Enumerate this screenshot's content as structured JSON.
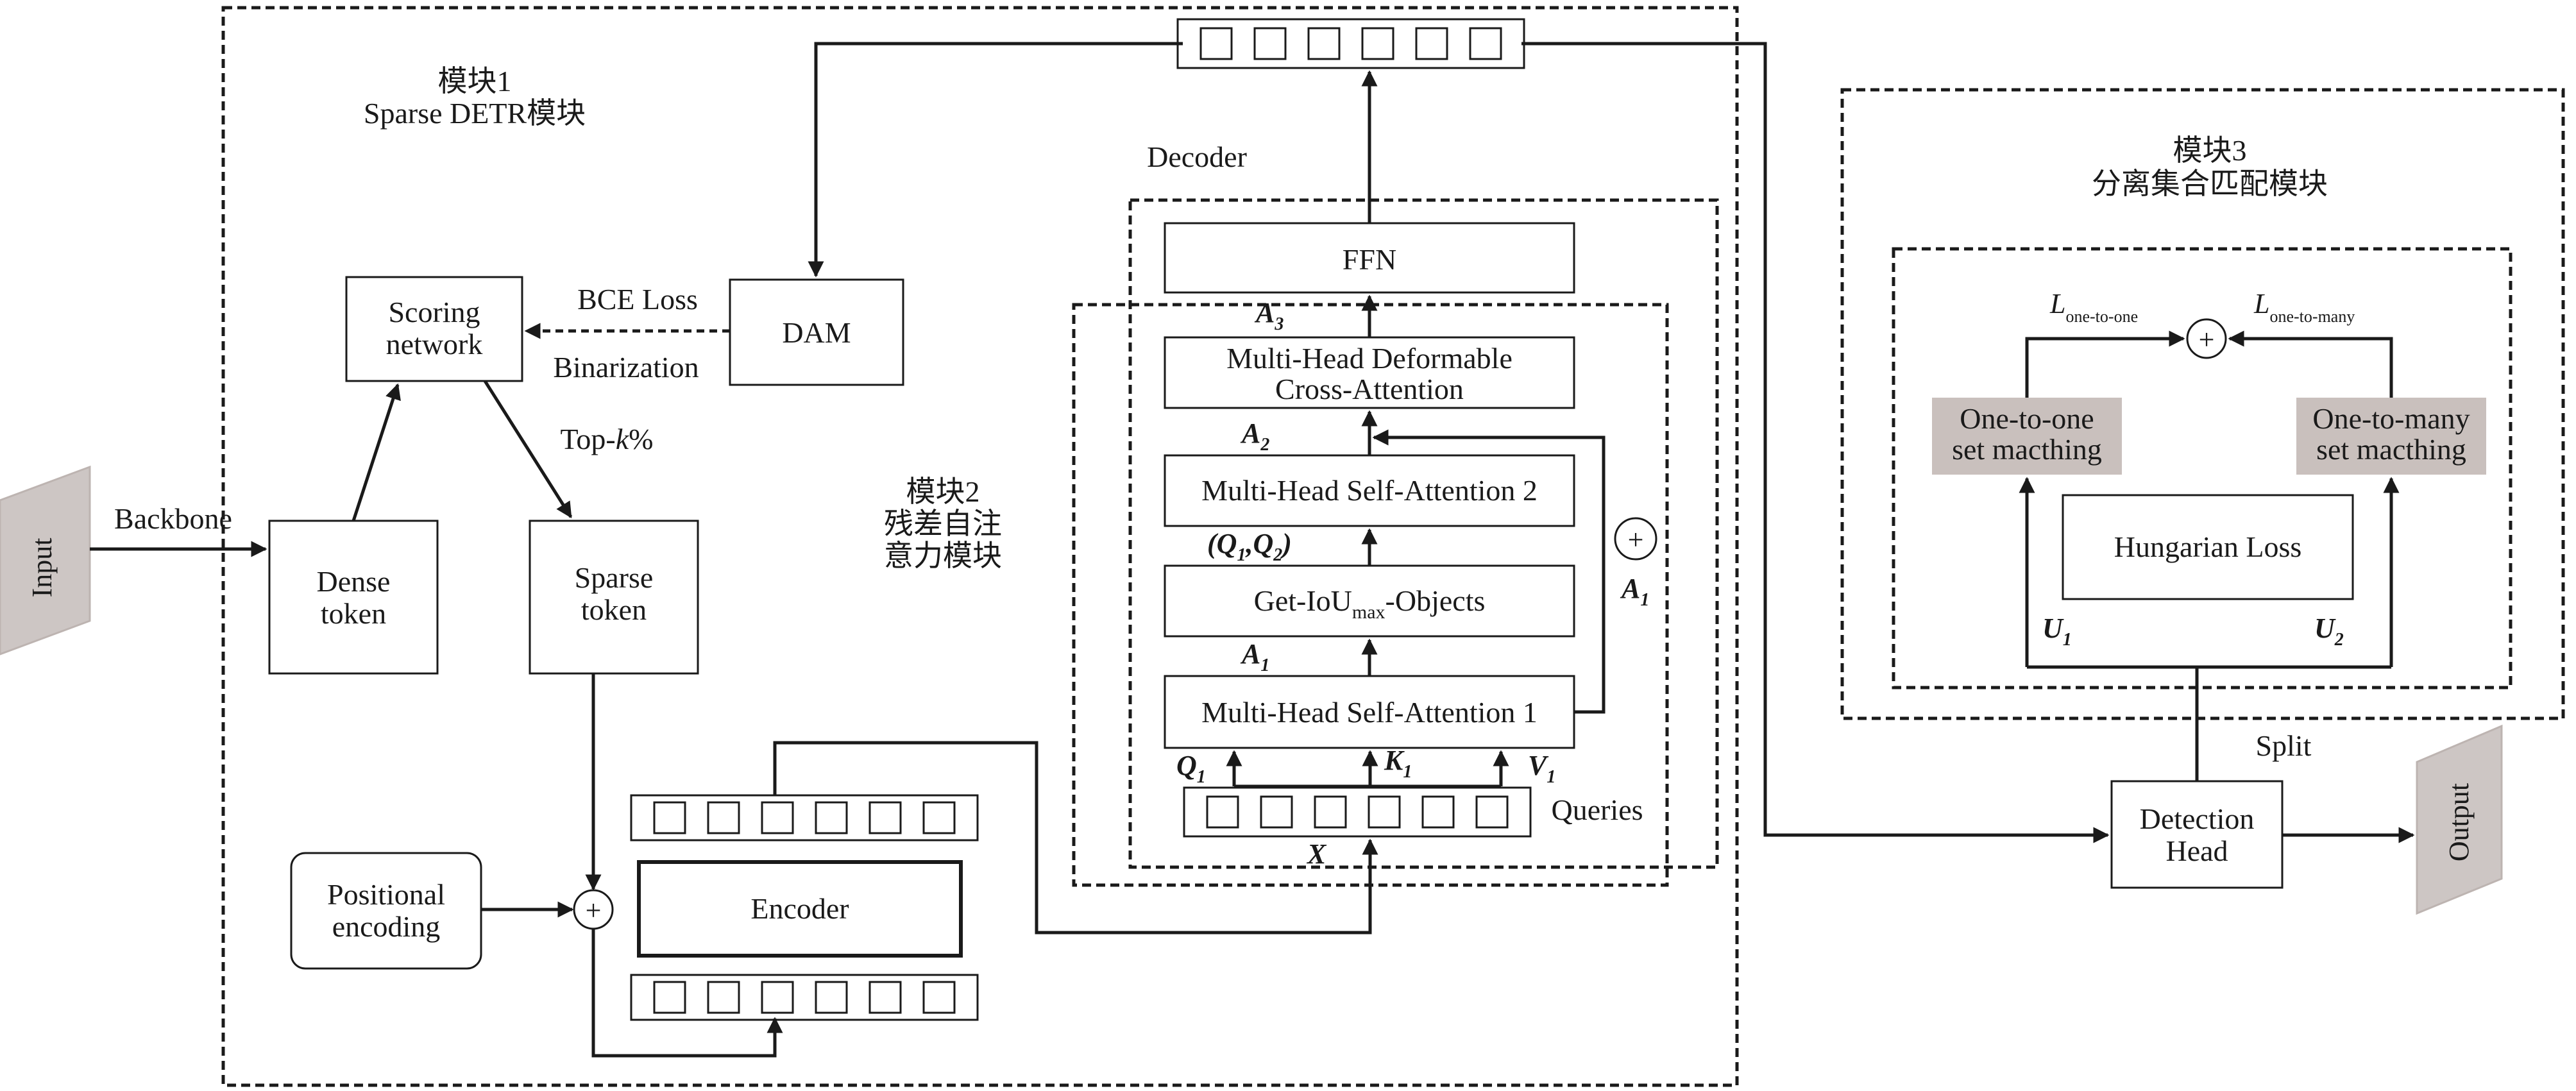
{
  "module1": {
    "title": "模块1",
    "subtitle": "Sparse DETR模块"
  },
  "module2": {
    "line1": "模块2",
    "line2": "残差自注",
    "line3": "意力模块"
  },
  "module3": {
    "title": "模块3",
    "subtitle": "分离集合匹配模块"
  },
  "input_label": "Input",
  "output_label": "Output",
  "backbone_label": "Backbone",
  "dense_token": {
    "line1": "Dense",
    "line2": "token"
  },
  "sparse_token": {
    "line1": "Sparse",
    "line2": "token"
  },
  "scoring_network": {
    "line1": "Scoring",
    "line2": "network"
  },
  "dam_label": "DAM",
  "bce_loss_label": "BCE Loss",
  "binarization_label": "Binarization",
  "topk_label": {
    "prefix": "Top-",
    "var": "k",
    "suffix": "%"
  },
  "positional_encoding": {
    "line1": "Positional",
    "line2": "encoding"
  },
  "plus_symbol": "+",
  "encoder_label": "Encoder",
  "decoder_label": "Decoder",
  "ffn_label": "FFN",
  "deform_attn": {
    "line1": "Multi-Head Deformable",
    "line2": "Cross-Attention"
  },
  "self_attn_2": "Multi-Head Self-Attention 2",
  "get_iou": {
    "prefix": "Get-IoU",
    "sub": "max",
    "suffix": "-Objects"
  },
  "self_attn_1": "Multi-Head Self-Attention 1",
  "queries_label": "Queries",
  "vars": {
    "a3": "A",
    "a3_sub": "3",
    "a2": "A",
    "a2_sub": "2",
    "q1q2": "(Q",
    "q1q2_sub1": "1",
    "q1q2_mid": ",Q",
    "q1q2_sub2": "2",
    "q1q2_end": ")",
    "a1": "A",
    "a1_sub": "1",
    "a1_right": "A",
    "a1_right_sub": "1",
    "q1": "Q",
    "q1_sub": "1",
    "k1": "K",
    "k1_sub": "1",
    "v1": "V",
    "v1_sub": "1",
    "x": "X"
  },
  "l_one_to_one": {
    "main": "L",
    "sub": "one-to-one"
  },
  "l_one_to_many": {
    "main": "L",
    "sub": "one-to-many"
  },
  "one_to_one_match": {
    "line1": "One-to-one",
    "line2": "set macthing"
  },
  "one_to_many_match": {
    "line1": "One-to-many",
    "line2": "set macthing"
  },
  "hungarian_loss": "Hungarian Loss",
  "u1": {
    "main": "U",
    "sub": "1"
  },
  "u2": {
    "main": "U",
    "sub": "2"
  },
  "split_label": "Split",
  "detection_head": {
    "line1": "Detection",
    "line2": "Head"
  },
  "colors": {
    "match_box_fill": "#c9c0bd",
    "io_fill": "#cdc6c4",
    "line": "#1a1a1a"
  }
}
